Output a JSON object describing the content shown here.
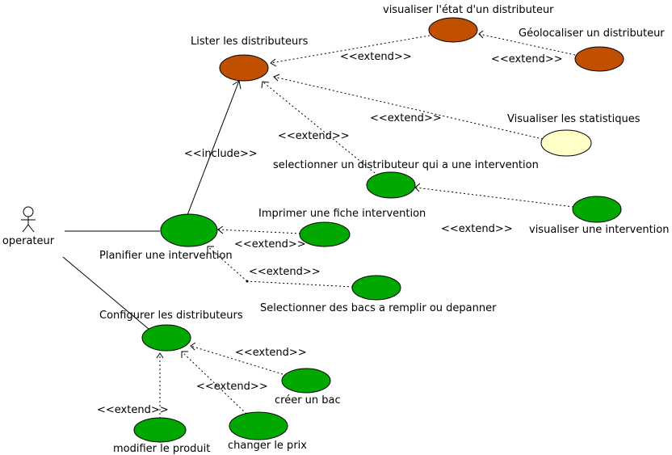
{
  "colors": {
    "green": "#00a800",
    "brown": "#c04f00",
    "cream": "#ffffc8",
    "stroke": "#000000"
  },
  "actor": {
    "label": "operateur"
  },
  "use_cases": {
    "lister": {
      "label": "Lister les distributeurs",
      "fill": "brown"
    },
    "visualiser_etat": {
      "label": "visualiser l'état d'un distributeur",
      "fill": "brown"
    },
    "geolocaliser": {
      "label": "Géolocaliser un distributeur",
      "fill": "brown"
    },
    "statistiques": {
      "label": "Visualiser les statistiques",
      "fill": "cream"
    },
    "selectionner_distributeur": {
      "label": "selectionner un distributeur qui a une intervention",
      "fill": "green"
    },
    "visualiser_intervention": {
      "label": "visualiser une intervention",
      "fill": "green"
    },
    "planifier": {
      "label": "Planifier une intervention",
      "fill": "green"
    },
    "imprimer": {
      "label": "Imprimer une fiche intervention",
      "fill": "green"
    },
    "selectionner_bacs": {
      "label": "Selectionner des bacs a remplir ou depanner",
      "fill": "green"
    },
    "configurer": {
      "label": "Configurer les distributeurs",
      "fill": "green"
    },
    "creer_bac": {
      "label": "créer un bac",
      "fill": "green"
    },
    "changer_prix": {
      "label": "changer le prix",
      "fill": "green"
    },
    "modifier_produit": {
      "label": "modifier le produit",
      "fill": "green"
    }
  },
  "relations": {
    "include_label": "<<include>>",
    "extend_label": "<<extend>>"
  }
}
